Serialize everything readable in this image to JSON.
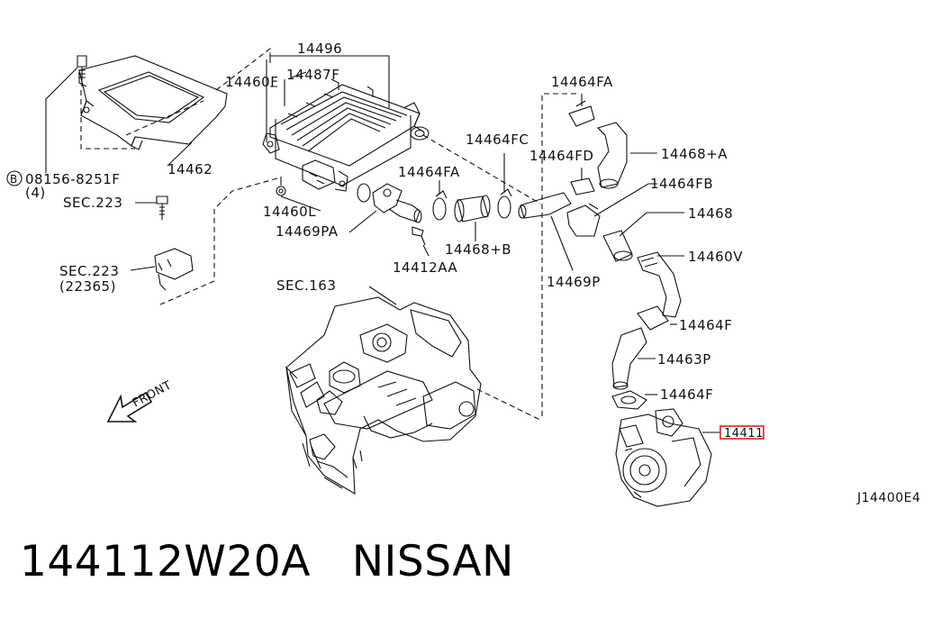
{
  "diagram": {
    "labels": {
      "p14496": "14496",
      "p14487F": "14487F",
      "p14460F": "14460F",
      "p14462": "14462",
      "bolt": "08156-8251F",
      "bolt_b": "B",
      "bolt_qty": "(4)",
      "sec223a": "SEC.223",
      "sec223b": "SEC.223",
      "sec223b_sub": "(22365)",
      "p14460L": "14460L",
      "p14469PA": "14469PA",
      "p14464FA_l": "14464FA",
      "p14464FC": "14464FC",
      "p14468B": "14468+B",
      "p14412AA": "14412AA",
      "p14464FA_r": "14464FA",
      "p14464FD": "14464FD",
      "p14468A": "14468+A",
      "p14464FB": "14464FB",
      "p14468": "14468",
      "p14460V": "14460V",
      "p14469P": "14469P",
      "sec163": "SEC.163",
      "p14464F_a": "14464F",
      "p14463P": "14463P",
      "p14464F_b": "14464F",
      "p14411": "14411",
      "front": "FRONT",
      "ref": "J14400E4"
    },
    "highlight_color": "#e0211d",
    "line_color": "#111111"
  },
  "footer": {
    "part_number": "144112W20A",
    "brand": "NISSAN"
  }
}
